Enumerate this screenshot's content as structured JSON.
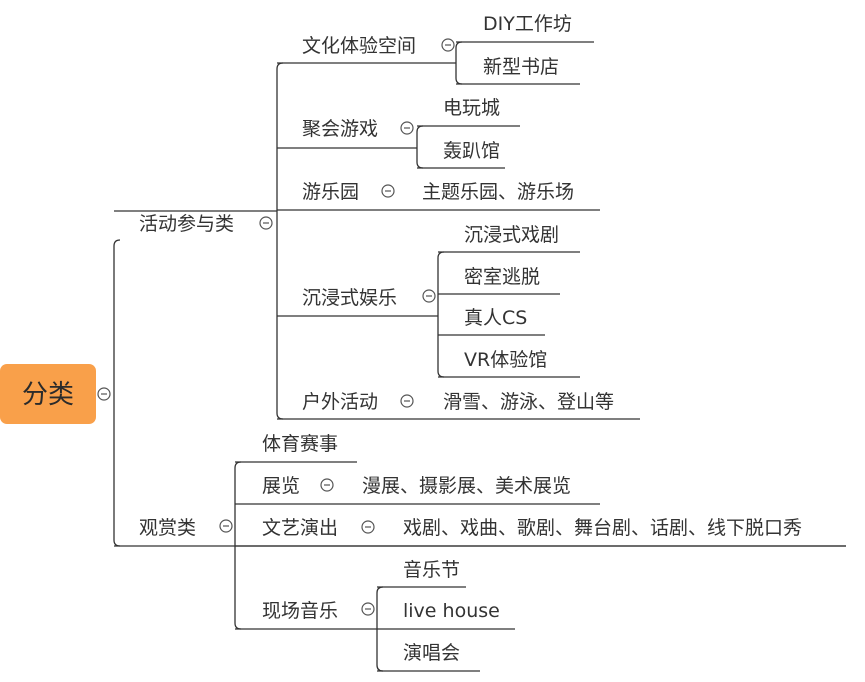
{
  "mindmap": {
    "root": {
      "label": "分类",
      "color": "#F9A04A",
      "children": [
        {
          "label": "活动参与类",
          "children": [
            {
              "label": "文化体验空间",
              "children": [
                {
                  "label": "DIY工作坊"
                },
                {
                  "label": "新型书店"
                }
              ]
            },
            {
              "label": "聚会游戏",
              "children": [
                {
                  "label": "电玩城"
                },
                {
                  "label": "轰趴馆"
                }
              ]
            },
            {
              "label": "游乐园",
              "children": [
                {
                  "label": "主题乐园、游乐场"
                }
              ]
            },
            {
              "label": "沉浸式娱乐",
              "children": [
                {
                  "label": "沉浸式戏剧"
                },
                {
                  "label": "密室逃脱"
                },
                {
                  "label": "真人CS"
                },
                {
                  "label": "VR体验馆"
                }
              ]
            },
            {
              "label": "户外活动",
              "children": [
                {
                  "label": "滑雪、游泳、登山等"
                }
              ]
            }
          ]
        },
        {
          "label": "观赏类",
          "children": [
            {
              "label": "体育赛事"
            },
            {
              "label": "展览",
              "children": [
                {
                  "label": "漫展、摄影展、美术展览"
                }
              ]
            },
            {
              "label": "文艺演出",
              "children": [
                {
                  "label": "戏剧、戏曲、歌剧、舞台剧、话剧、线下脱口秀"
                }
              ]
            },
            {
              "label": "现场音乐",
              "children": [
                {
                  "label": "音乐节"
                },
                {
                  "label": "live house"
                },
                {
                  "label": "演唱会"
                }
              ]
            }
          ]
        }
      ]
    }
  }
}
